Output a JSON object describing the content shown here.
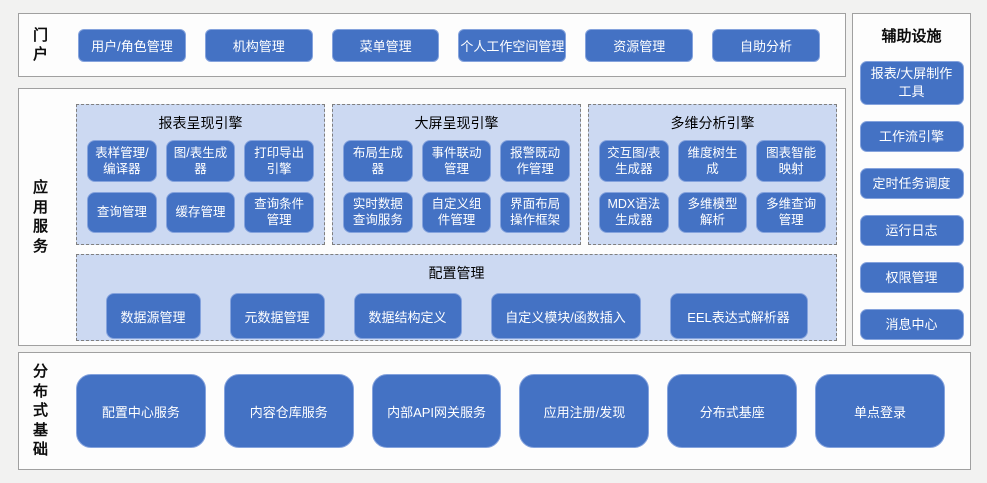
{
  "colors": {
    "node_blue": "#4472c4",
    "node_border": "#85a3dd",
    "panel_blue": "#ccd9f2",
    "section_border": "#a0a0a0"
  },
  "portal": {
    "label": "门户",
    "items": [
      "用户/角色管理",
      "机构管理",
      "菜单管理",
      "个人工作空间管理",
      "资源管理",
      "自助分析"
    ]
  },
  "app_services": {
    "label": "应用服务",
    "panels": [
      {
        "title": "报表呈现引擎",
        "items": [
          "表样管理/编译器",
          "图/表生成器",
          "打印导出引擎",
          "查询管理",
          "缓存管理",
          "查询条件管理"
        ]
      },
      {
        "title": "大屏呈现引擎",
        "items": [
          "布局生成器",
          "事件联动管理",
          "报警既动作管理",
          "实时数据查询服务",
          "自定义组件管理",
          "界面布局操作框架"
        ]
      },
      {
        "title": "多维分析引擎",
        "items": [
          "交互图/表生成器",
          "维度树生成",
          "图表智能映射",
          "MDX语法生成器",
          "多维模型解析",
          "多维查询管理"
        ]
      }
    ],
    "config": {
      "title": "配置管理",
      "items": [
        "数据源管理",
        "元数据管理",
        "数据结构定义",
        "自定义模块/函数插入",
        "EEL表达式解析器"
      ]
    }
  },
  "auxiliary": {
    "title": "辅助设施",
    "items": [
      "报表/大屏制作工具",
      "工作流引擎",
      "定时任务调度",
      "运行日志",
      "权限管理",
      "消息中心"
    ]
  },
  "distributed": {
    "label": "分布式基础",
    "items": [
      "配置中心服务",
      "内容仓库服务",
      "内部API网关服务",
      "应用注册/发现",
      "分布式基座",
      "单点登录"
    ]
  }
}
